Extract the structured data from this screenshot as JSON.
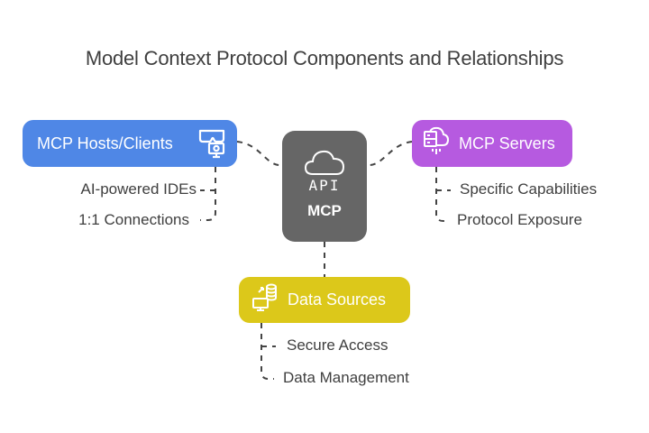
{
  "title": "Model Context Protocol Components and Relationships",
  "center": {
    "icon": "cloud-api-icon",
    "api_label": "API",
    "label": "MCP",
    "color": "#666666"
  },
  "nodes": {
    "hosts": {
      "label": "MCP Hosts/Clients",
      "icon": "vr-headset-monitor-icon",
      "color": "#4f87e6",
      "children": [
        "AI-powered IDEs",
        "1:1 Connections"
      ]
    },
    "servers": {
      "label": "MCP Servers",
      "icon": "cloud-server-icon",
      "color": "#b65ae0",
      "children": [
        "Specific Capabilities",
        "Protocol Exposure"
      ]
    },
    "data": {
      "label": "Data Sources",
      "icon": "database-sync-icon",
      "color": "#dcc81a",
      "children": [
        "Secure Access",
        "Data Management"
      ]
    }
  }
}
